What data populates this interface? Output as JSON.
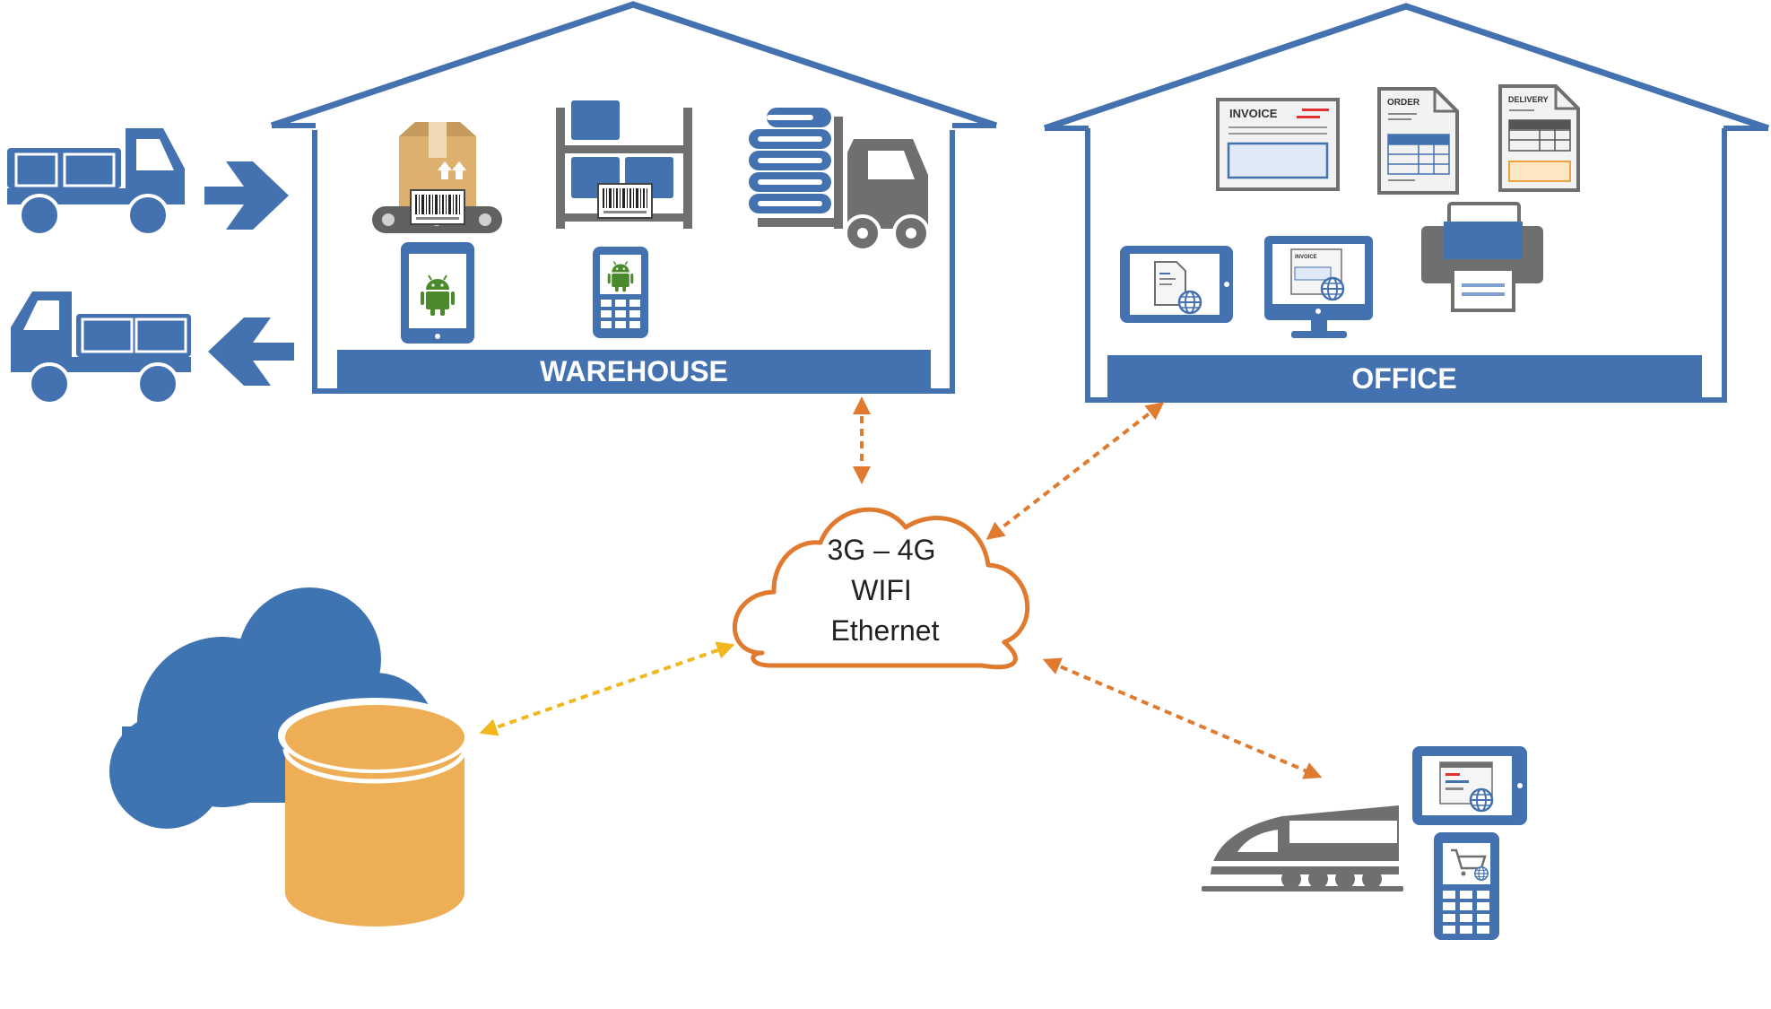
{
  "warehouse": {
    "label": "WAREHOUSE"
  },
  "office": {
    "label": "OFFICE"
  },
  "network": {
    "lines": [
      "3G – 4G",
      "WIFI",
      "Ethernet"
    ]
  },
  "documents": {
    "invoice": "INVOICE",
    "order": "ORDER",
    "delivery": "DELIVERY",
    "screen_invoice": "INVOICE"
  },
  "colors": {
    "blue": "#4472b0",
    "orange": "#e07a2e",
    "yellow": "#f0b81e",
    "gold": "#eeae55",
    "gray": "#6f6f6f",
    "green": "#4a8a2c"
  },
  "icons": [
    "truck-icon",
    "arrow-right-icon",
    "arrow-left-icon",
    "package-icon",
    "shelf-icon",
    "server-stack-icon",
    "forklift-icon",
    "android-tablet-icon",
    "android-scanner-icon",
    "invoice-doc-icon",
    "order-doc-icon",
    "delivery-doc-icon",
    "tablet-icon",
    "monitor-icon",
    "printer-icon",
    "cloud-icon",
    "database-icon",
    "train-icon",
    "shop-tablet-icon",
    "shop-phone-icon"
  ]
}
